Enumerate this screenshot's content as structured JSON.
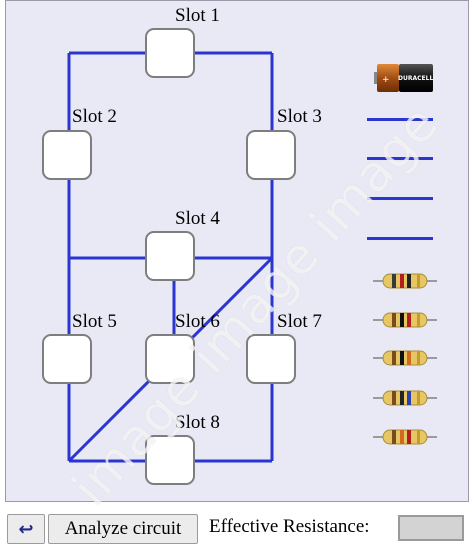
{
  "slots": [
    {
      "id": "slot-1",
      "label": "Slot 1"
    },
    {
      "id": "slot-2",
      "label": "Slot 2"
    },
    {
      "id": "slot-3",
      "label": "Slot 3"
    },
    {
      "id": "slot-4",
      "label": "Slot 4"
    },
    {
      "id": "slot-5",
      "label": "Slot 5"
    },
    {
      "id": "slot-6",
      "label": "Slot 6"
    },
    {
      "id": "slot-7",
      "label": "Slot 7"
    },
    {
      "id": "slot-8",
      "label": "Slot 8"
    }
  ],
  "parts": {
    "battery": {
      "icon": "battery-icon",
      "brand_text": "DURACELL",
      "sign": "+"
    },
    "wire_count": 4,
    "resistor_count": 5
  },
  "colors": {
    "wire": "#2b35d0",
    "board": "#e9e9f6",
    "slot_border": "#7e7e7e"
  },
  "watermark": "image image image",
  "toolbar": {
    "undo_icon": "↩",
    "analyze_label": "Analyze circuit",
    "effective_resistance_label": "Effective Resistance:",
    "effective_resistance_value": ""
  }
}
